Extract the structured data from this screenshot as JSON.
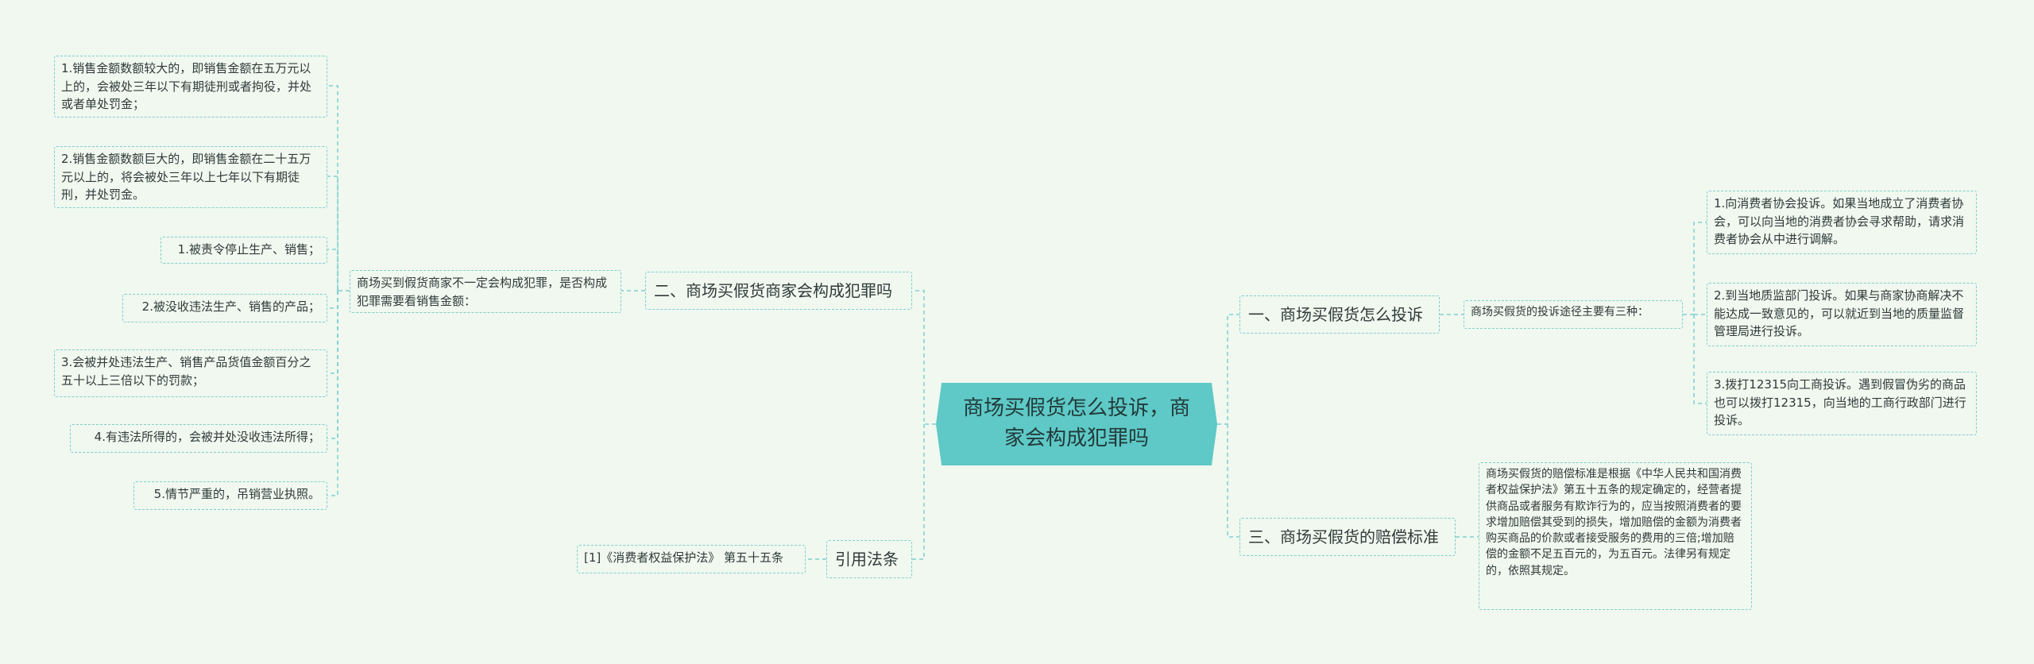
{
  "root": {
    "label": "商场买假货怎么投诉，商家会构成犯罪吗"
  },
  "branch1": {
    "label": "一、商场买假货怎么投诉",
    "summary": "商场买假货的投诉途径主要有三种：",
    "items": [
      "1.向消费者协会投诉。如果当地成立了消费者协会，可以向当地的消费者协会寻求帮助，请求消费者协会从中进行调解。",
      "2.到当地质监部门投诉。如果与商家协商解决不能达成一致意见的，可以就近到当地的质量监督管理局进行投诉。",
      "3.拨打12315向工商投诉。遇到假冒伪劣的商品也可以拨打12315，向当地的工商行政部门进行投诉。"
    ]
  },
  "branch2": {
    "label": "二、商场买假货商家会构成犯罪吗",
    "summary": "商场买到假货商家不一定会构成犯罪，是否构成犯罪需要看销售金额：",
    "items": [
      "1.销售金额数额较大的，即销售金额在五万元以上的，会被处三年以下有期徒刑或者拘役，并处或者单处罚金；",
      "2.销售金额数额巨大的，即销售金额在二十五万元以上的，将会被处三年以上七年以下有期徒刑，并处罚金。",
      "1.被责令停止生产、销售；",
      "2.被没收违法生产、销售的产品；",
      "3.会被并处违法生产、销售产品货值金额百分之五十以上三倍以下的罚款；",
      "4.有违法所得的，会被并处没收违法所得；",
      "5.情节严重的，吊销营业执照。"
    ]
  },
  "branch3": {
    "label": "三、商场买假货的赔偿标准",
    "detail": "商场买假货的赔偿标准是根据《中华人民共和国消费者权益保护法》第五十五条的规定确定的，经营者提供商品或者服务有欺诈行为的，应当按照消费者的要求增加赔偿其受到的损失，增加赔偿的金额为消费者购买商品的价款或者接受服务的费用的三倍;增加赔偿的金额不足五百元的，为五百元。法律另有规定的，依照其规定。"
  },
  "branch4": {
    "label": "引用法条",
    "items": [
      "[1]《消费者权益保护法》 第五十五条"
    ]
  },
  "colors": {
    "background": "#f0f8ef",
    "center_fill": "#5ec9c6",
    "border": "#7fcfd0"
  }
}
